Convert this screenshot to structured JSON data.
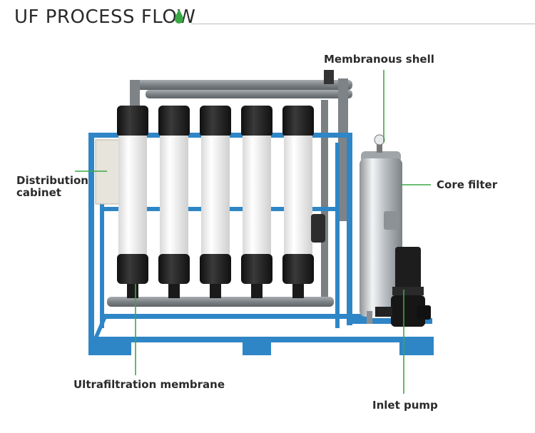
{
  "header": {
    "title": "UF PROCESS FLOW"
  },
  "labels": {
    "membranous_shell": "Membranous shell",
    "distribution_cabinet_line1": "Distribution",
    "distribution_cabinet_line2": "cabinet",
    "core_filter": "Core filter",
    "ultrafiltration_membrane": "Ultrafiltration membrane",
    "inlet_pump": "Inlet pump"
  },
  "colors": {
    "accent_green": "#3aa845",
    "frame_blue": "#2f86c6",
    "membrane_white": "#f4f4f4",
    "cap_black": "#1e1e1e",
    "pipe_gray": "#8c9094",
    "steel": "#cfd3d6"
  },
  "icons": {
    "header_icon": "water-drop-icon"
  }
}
